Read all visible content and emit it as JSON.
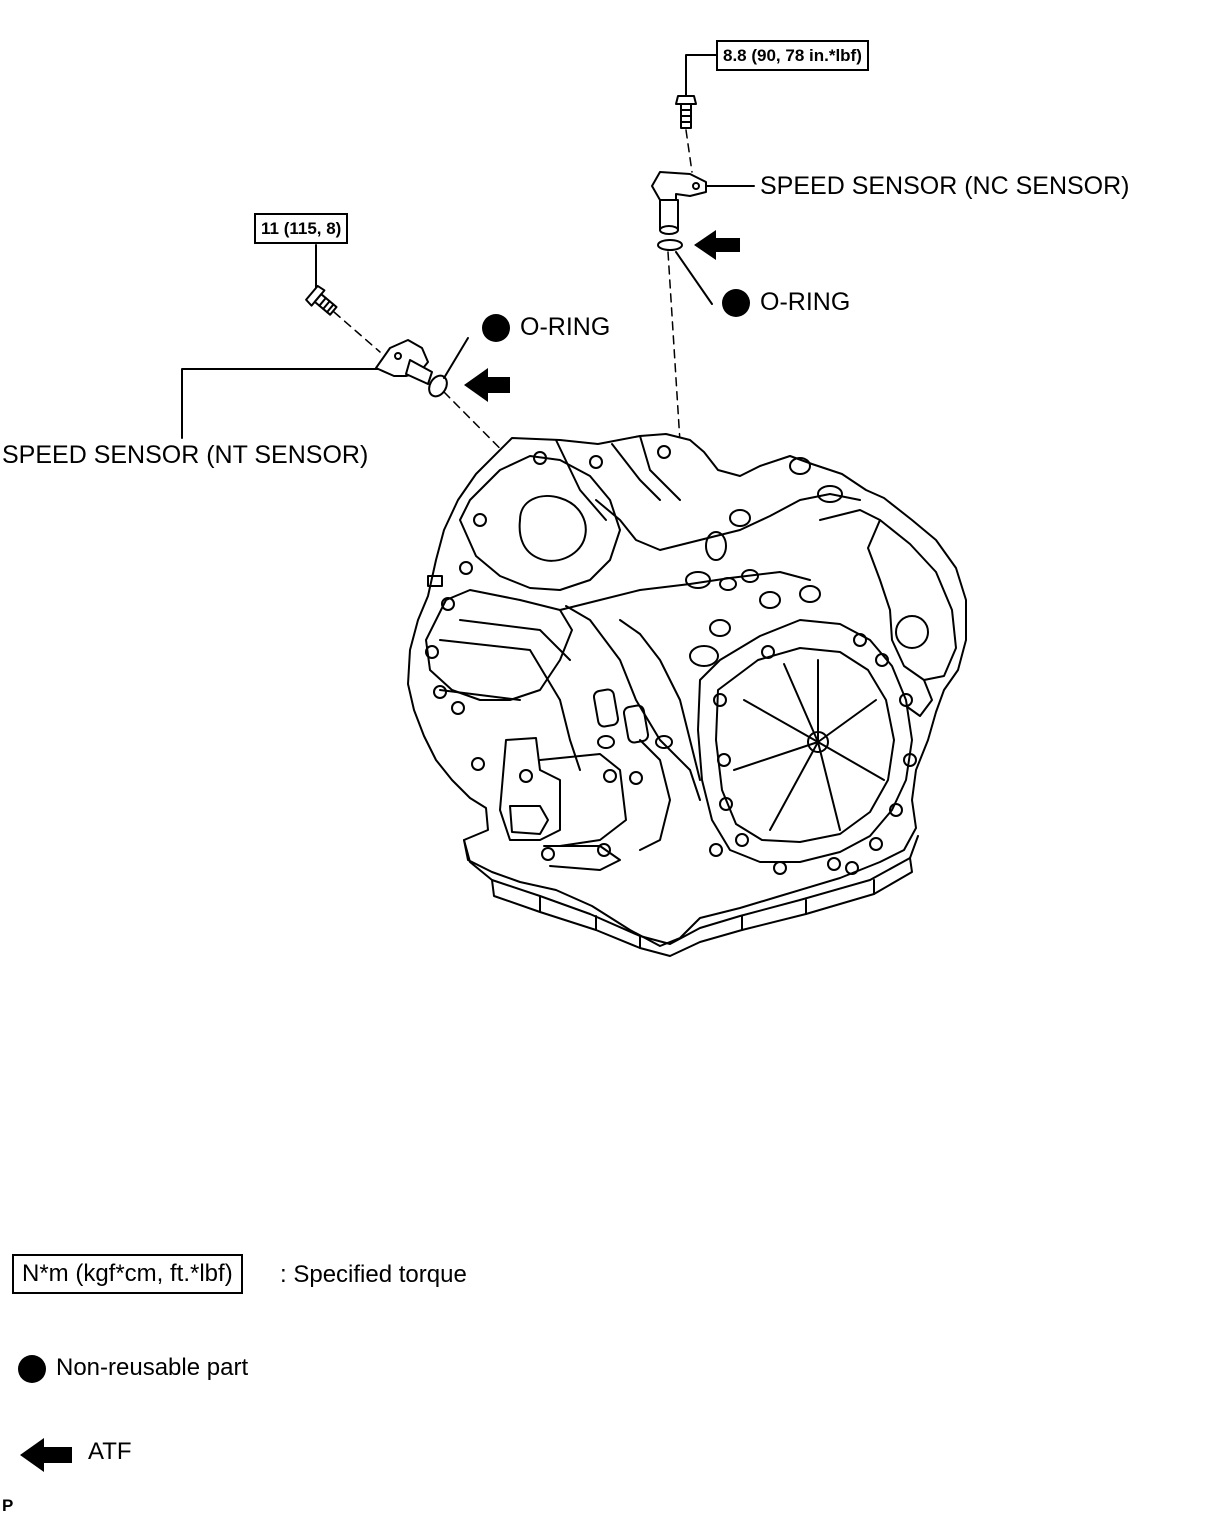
{
  "callouts": {
    "nc_torque": "8.8 (90, 78 in.*lbf)",
    "nc_sensor": "SPEED SENSOR (NC SENSOR)",
    "nc_oring": "O-RING",
    "nt_torque": "11 (115, 8)",
    "nt_oring": "O-RING",
    "nt_sensor": "SPEED SENSOR (NT SENSOR)"
  },
  "legend": {
    "torque_unit": "N*m (kgf*cm, ft.*lbf)",
    "torque_desc": ": Specified torque",
    "nonreusable_desc": "Non-reusable part",
    "atf_desc": "ATF"
  },
  "figure_code": "P",
  "icons": {
    "non_reusable": "filled-circle-icon",
    "atf": "left-arrow-icon"
  },
  "colors": {
    "ink": "#000000",
    "paper": "#ffffff"
  }
}
